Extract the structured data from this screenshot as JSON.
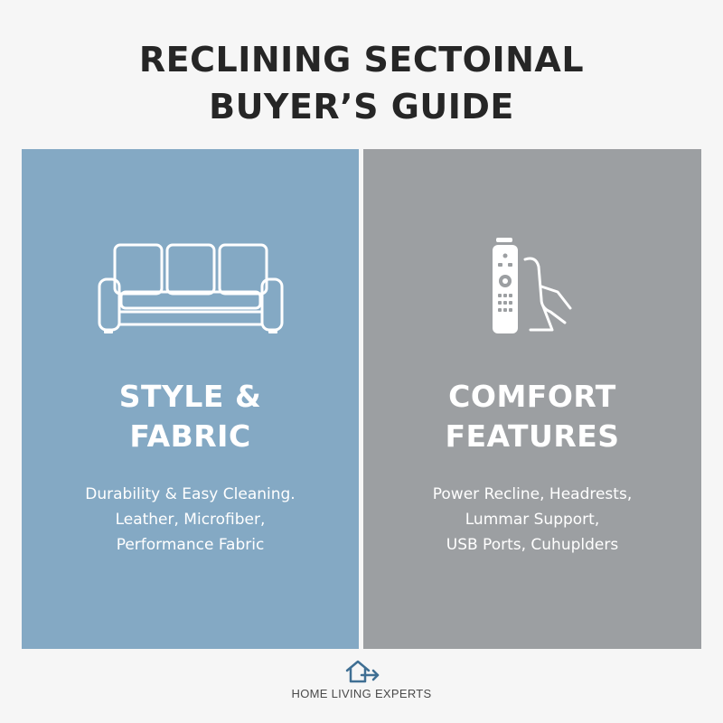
{
  "title": {
    "line1": "RECLINING SECTOINAL",
    "line2": "BUYER’S GUIDE"
  },
  "panels": [
    {
      "icon": "sofa-icon",
      "background": "#84a9c4",
      "heading": [
        "STYLE &",
        "FABRIC"
      ],
      "body": [
        "Durability & Easy Cleaning.",
        "Leather, Microfiber,",
        "Performance Fabric"
      ]
    },
    {
      "icon": "remote-recliner-icon",
      "background": "#9c9fa2",
      "heading": [
        "COMFORT",
        "FEATURES"
      ],
      "body": [
        "Power Recline, Headrests,",
        "Lummar Support,",
        "USB Ports, Cuhuplders"
      ]
    }
  ],
  "brand": {
    "name": "HOME LIVING EXPERTS",
    "icon": "house-arrow-icon",
    "icon_color": "#3f6f93"
  },
  "colors": {
    "page_background": "#f6f6f6",
    "title_text": "#262626",
    "panel_text": "#ffffff"
  }
}
